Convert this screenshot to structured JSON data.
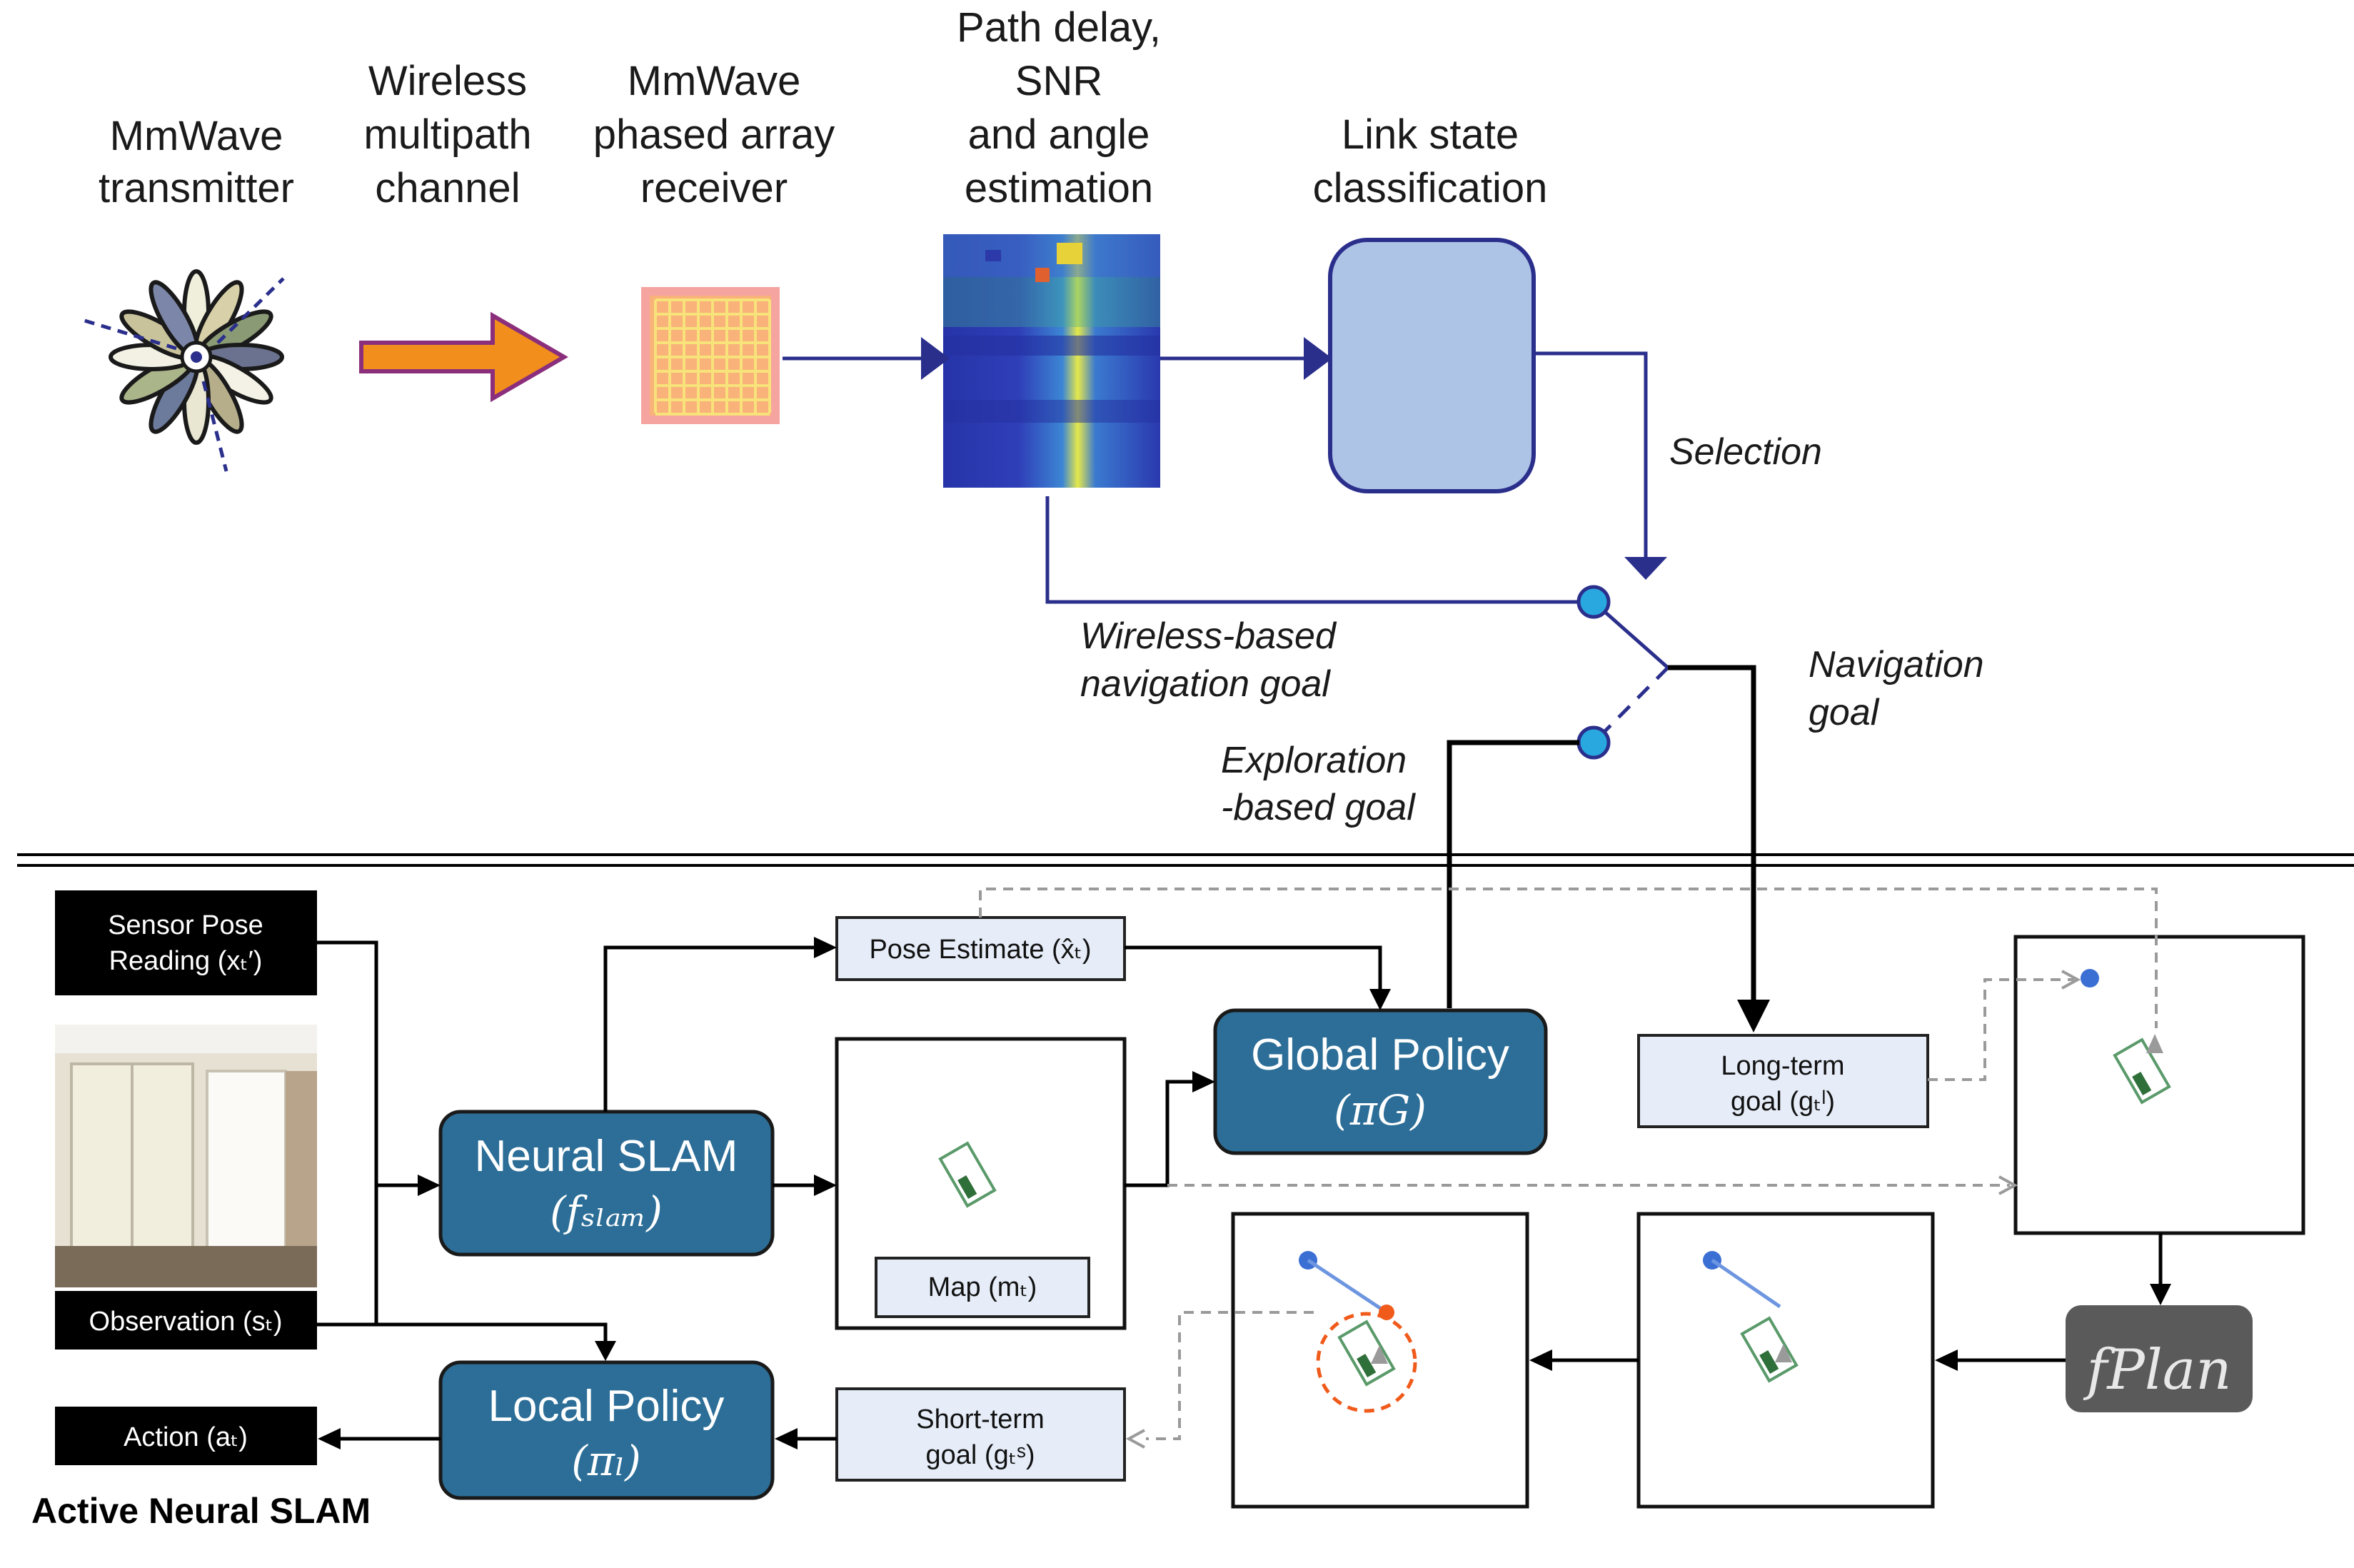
{
  "top_labels": {
    "transmitter": [
      "MmWave",
      "transmitter"
    ],
    "channel": [
      "Wireless",
      "multipath",
      "channel"
    ],
    "receiver": [
      "MmWave",
      "phased array",
      "receiver"
    ],
    "estimation": [
      "Path delay,",
      "SNR",
      "and angle",
      "estimation"
    ],
    "classification": [
      "Link state",
      "classification"
    ]
  },
  "switch_labels": {
    "selection": "Selection",
    "wireless_goal": [
      "Wireless-based",
      "navigation goal"
    ],
    "navigation_goal": [
      "Navigation",
      "goal"
    ],
    "exploration_goal": [
      "Exploration",
      "-based goal"
    ]
  },
  "slam": {
    "sensor_pose": [
      "Sensor Pose",
      "Reading (xₜ′)"
    ],
    "observation": "Observation (sₜ)",
    "action": "Action (aₜ)",
    "neural_slam": [
      "Neural SLAM",
      "(fₛₗₐₘ)"
    ],
    "local_policy": [
      "Local Policy",
      "(πₗ)"
    ],
    "global_policy": [
      "Global Policy",
      "(πG)"
    ],
    "pose_estimate": "Pose Estimate (x̂ₜ)",
    "map": "Map (mₜ)",
    "long_term_goal": [
      "Long-term",
      "goal (gₜˡ)"
    ],
    "short_term_goal": [
      "Short-term",
      "goal (gₜˢ)"
    ],
    "fplan": "fPlan",
    "caption": "Active Neural SLAM"
  },
  "colors": {
    "navy": "#2b2f8c",
    "policy_blue": "#2c6e97",
    "link_box": "#aec4e6",
    "arrow_orange": "#f28f1c",
    "switch_node": "#29a8e0"
  }
}
